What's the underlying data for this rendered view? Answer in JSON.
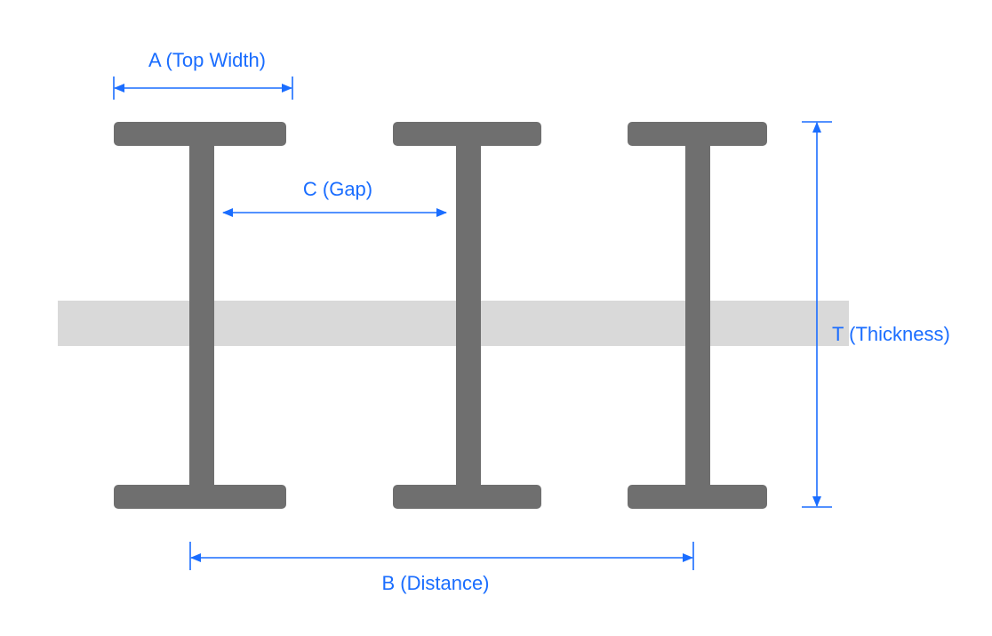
{
  "colors": {
    "beam": "#6f6f6f",
    "band": "#d9d9d9",
    "dimension": "#1a6dff",
    "background": "#ffffff"
  },
  "beam_count": 3,
  "labels": {
    "top_width": "A (Top Width)",
    "gap": "C (Gap)",
    "thickness": "T (Thickness)",
    "distance": "B (Distance)"
  }
}
